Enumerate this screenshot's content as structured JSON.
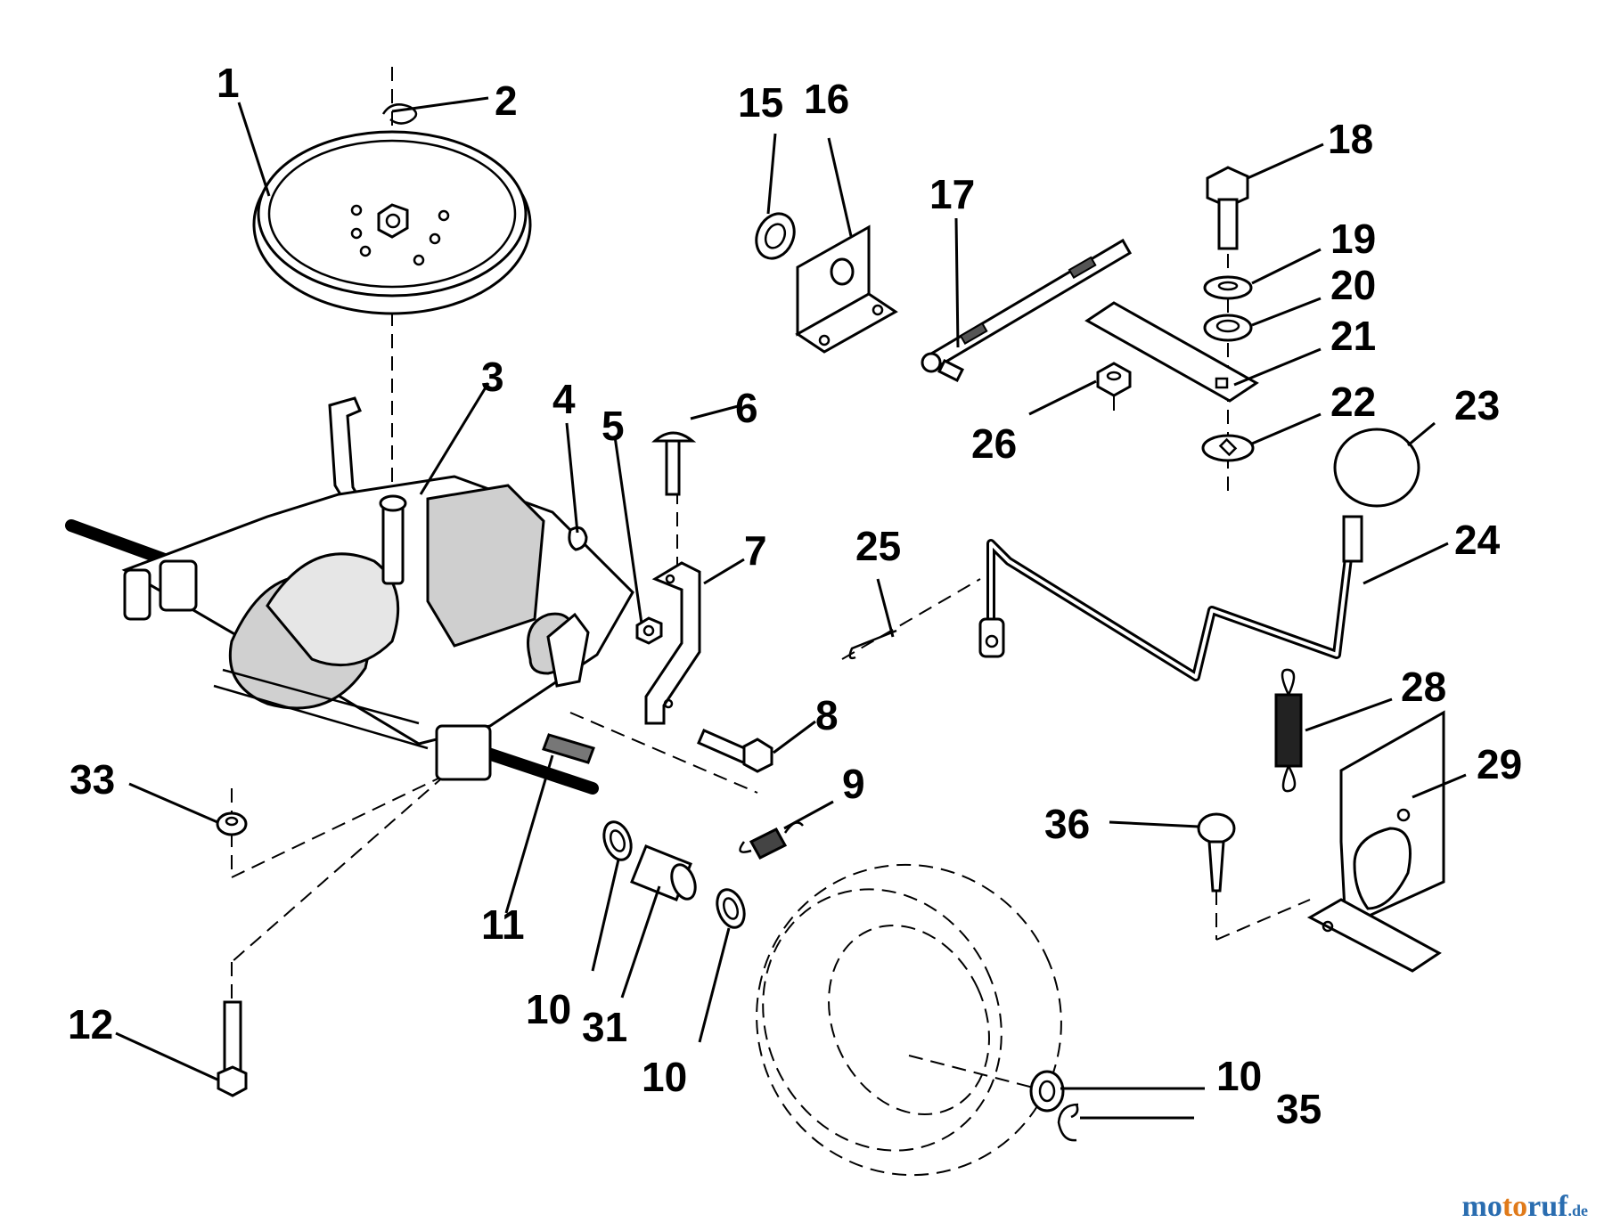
{
  "callouts": [
    {
      "id": "c1",
      "label": "1"
    },
    {
      "id": "c2",
      "label": "2"
    },
    {
      "id": "c3",
      "label": "3"
    },
    {
      "id": "c4",
      "label": "4"
    },
    {
      "id": "c5",
      "label": "5"
    },
    {
      "id": "c6",
      "label": "6"
    },
    {
      "id": "c7",
      "label": "7"
    },
    {
      "id": "c8",
      "label": "8"
    },
    {
      "id": "c9",
      "label": "9"
    },
    {
      "id": "c10a",
      "label": "10"
    },
    {
      "id": "c10b",
      "label": "10"
    },
    {
      "id": "c10c",
      "label": "10"
    },
    {
      "id": "c11",
      "label": "11"
    },
    {
      "id": "c12",
      "label": "12"
    },
    {
      "id": "c15",
      "label": "15"
    },
    {
      "id": "c16",
      "label": "16"
    },
    {
      "id": "c17",
      "label": "17"
    },
    {
      "id": "c18",
      "label": "18"
    },
    {
      "id": "c19",
      "label": "19"
    },
    {
      "id": "c20",
      "label": "20"
    },
    {
      "id": "c21",
      "label": "21"
    },
    {
      "id": "c22",
      "label": "22"
    },
    {
      "id": "c23",
      "label": "23"
    },
    {
      "id": "c24",
      "label": "24"
    },
    {
      "id": "c25",
      "label": "25"
    },
    {
      "id": "c26",
      "label": "26"
    },
    {
      "id": "c28",
      "label": "28"
    },
    {
      "id": "c29",
      "label": "29"
    },
    {
      "id": "c31",
      "label": "31"
    },
    {
      "id": "c33",
      "label": "33"
    },
    {
      "id": "c35",
      "label": "35"
    },
    {
      "id": "c36",
      "label": "36"
    }
  ],
  "watermark": {
    "text": "motoruf",
    "tld": ".de",
    "colors": {
      "mo": "#2a6db0",
      "to": "#e07a1a",
      "ruf": "#2a6db0"
    }
  }
}
